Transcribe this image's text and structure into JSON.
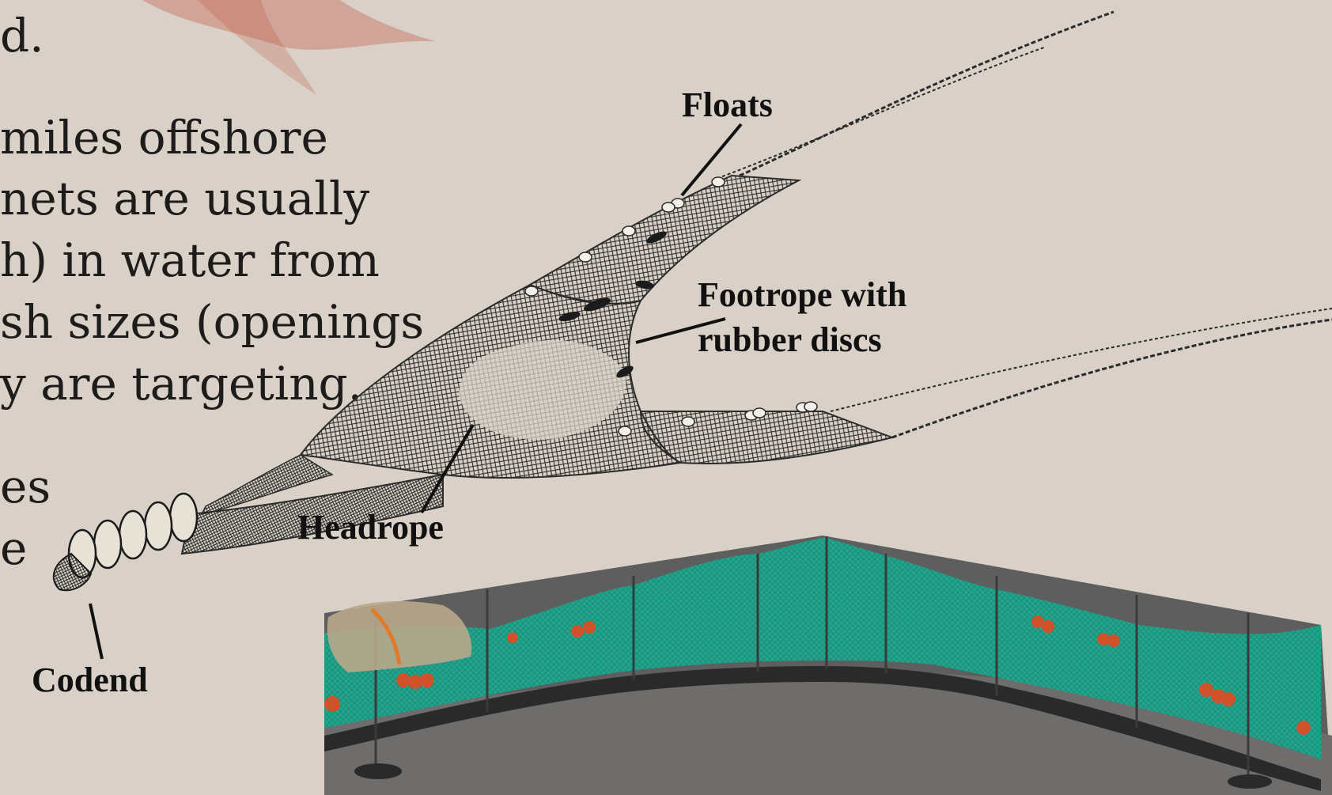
{
  "body_text": {
    "lines": [
      "d.",
      "miles offshore",
      "nets are usually",
      "h) in water from",
      "sh sizes (openings",
      "y are targeting.",
      "es",
      "e"
    ]
  },
  "labels": {
    "floats": "Floats",
    "footrope_line1": "Footrope with",
    "footrope_line2": "rubber discs",
    "headrope": "Headrope",
    "codend": "Codend"
  },
  "colors": {
    "background": "#d9d1c7",
    "net_ink": "#2b2b2b",
    "net_green": "#1fa88f",
    "floats_orange": "#d0522a",
    "deck_gray": "#5e5e5e",
    "leaf_red": "#c0503c"
  }
}
